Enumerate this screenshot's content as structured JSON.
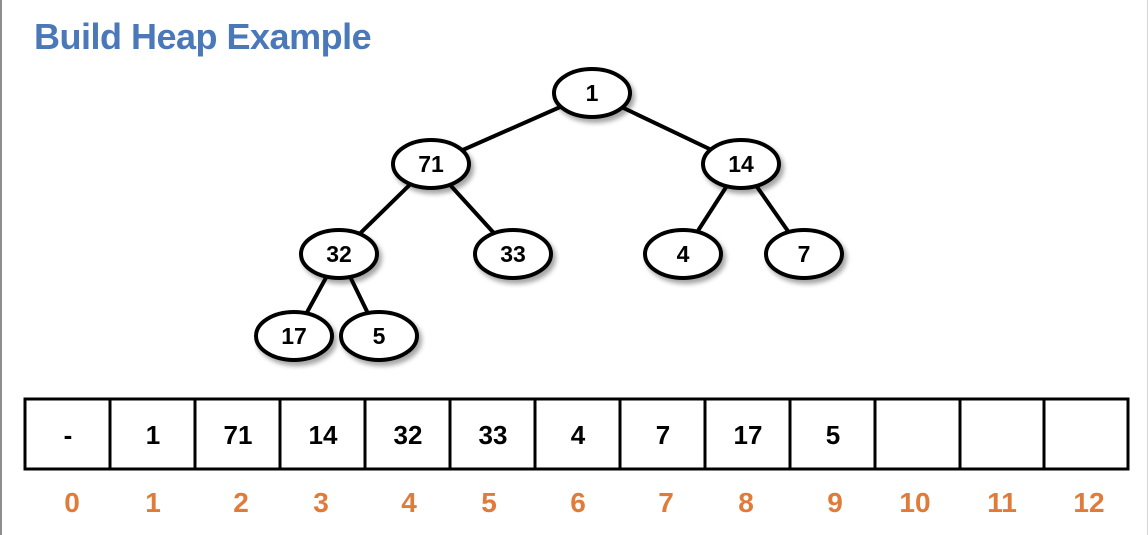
{
  "title": "Build Heap Example",
  "colors": {
    "title": "#4a78b8",
    "index": "#e07b39",
    "stroke": "#000000",
    "node_fill": "#ffffff"
  },
  "tree": {
    "nodes": [
      "1",
      "71",
      "14",
      "32",
      "33",
      "4",
      "7",
      "17",
      "5"
    ]
  },
  "array": {
    "cells": [
      "-",
      "1",
      "71",
      "14",
      "32",
      "33",
      "4",
      "7",
      "17",
      "5",
      "",
      "",
      ""
    ],
    "indices": [
      "0",
      "1",
      "2",
      "3",
      "4",
      "5",
      "6",
      "7",
      "8",
      "9",
      "10",
      "11",
      "12"
    ]
  }
}
